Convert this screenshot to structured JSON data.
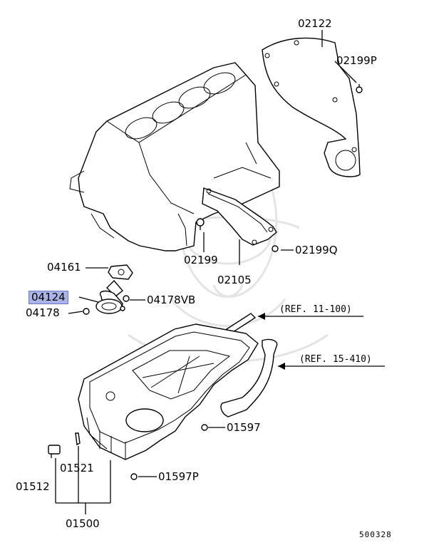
{
  "parts": {
    "p02122": "02122",
    "p02199P": "02199P",
    "p02199": "02199",
    "p02105": "02105",
    "p02199Q": "02199Q",
    "p04161": "04161",
    "p04124": "04124",
    "p04178VB": "04178VB",
    "p04178": "04178",
    "p01597": "01597",
    "p01597P": "01597P",
    "p01521": "01521",
    "p01512": "01512",
    "p01500": "01500"
  },
  "refs": {
    "ref_11_100": "(REF. 11-100)",
    "ref_15_410": "(REF. 15-410)"
  },
  "diagram_code": "500328",
  "highlight_color": "#aab4e6"
}
